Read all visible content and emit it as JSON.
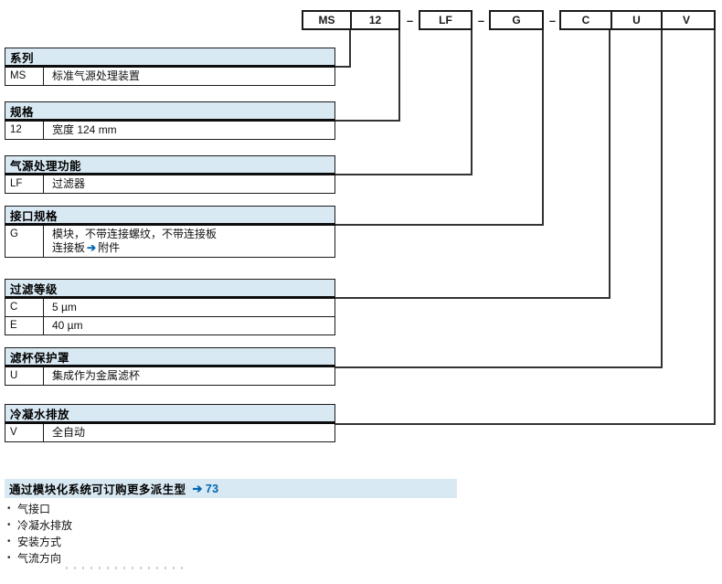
{
  "code_bar": {
    "separator": "–",
    "boxes": [
      "MS",
      "12",
      "LF",
      "G",
      "C",
      "U",
      "V"
    ]
  },
  "sections": [
    {
      "title": "系列",
      "rows": [
        {
          "code": "MS",
          "desc": "标准气源处理装置"
        }
      ]
    },
    {
      "title": "规格",
      "rows": [
        {
          "code": "12",
          "desc": "宽度 124 mm"
        }
      ]
    },
    {
      "title": "气源处理功能",
      "rows": [
        {
          "code": "LF",
          "desc": "过滤器"
        }
      ]
    },
    {
      "title": "接口规格",
      "rows": [
        {
          "code": "G",
          "desc": "模块，不带连接螺纹，不带连接板",
          "note_pre": "连接板",
          "note_arrow": "➔",
          "note_post": "附件"
        }
      ]
    },
    {
      "title": "过滤等级",
      "rows": [
        {
          "code": "C",
          "desc": "5 µm"
        },
        {
          "code": "E",
          "desc": "40 µm"
        }
      ]
    },
    {
      "title": "滤杯保护罩",
      "rows": [
        {
          "code": "U",
          "desc": "集成作为金属滤杯"
        }
      ]
    },
    {
      "title": "冷凝水排放",
      "rows": [
        {
          "code": "V",
          "desc": "全自动"
        }
      ]
    }
  ],
  "footer": {
    "title": "通过模块化系统可订购更多派生型",
    "arrow": "➔",
    "page_ref": "73",
    "bullets": [
      "气接口",
      "冷凝水排放",
      "安装方式",
      "气流方向"
    ]
  },
  "colors": {
    "header_bg": "#d9e9f3",
    "accent_blue": "#0067b1",
    "border_dark": "#1a1a1a"
  }
}
